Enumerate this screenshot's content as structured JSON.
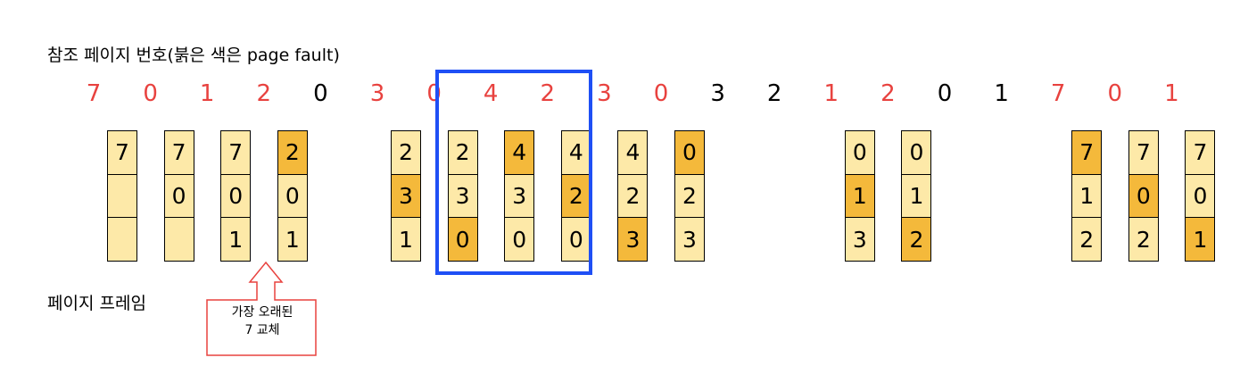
{
  "title": "참조 페이지 번호(붉은 색은 page fault)",
  "frames_label": "페이지 프레임",
  "callout": {
    "line1": "가장 오래된",
    "line2": "7 교체"
  },
  "colors": {
    "fault": "#e8423f",
    "frame_fill": "#fde9a8",
    "frame_highlight": "#f4b93b",
    "window_box": "#1f4ff5",
    "callout_border": "#e8423f"
  },
  "references": [
    {
      "page": "7",
      "fault": true
    },
    {
      "page": "0",
      "fault": true
    },
    {
      "page": "1",
      "fault": true
    },
    {
      "page": "2",
      "fault": true
    },
    {
      "page": "0",
      "fault": false
    },
    {
      "page": "3",
      "fault": true
    },
    {
      "page": "0",
      "fault": true
    },
    {
      "page": "4",
      "fault": true
    },
    {
      "page": "2",
      "fault": true
    },
    {
      "page": "3",
      "fault": true
    },
    {
      "page": "0",
      "fault": true
    },
    {
      "page": "3",
      "fault": false
    },
    {
      "page": "2",
      "fault": false
    },
    {
      "page": "1",
      "fault": true
    },
    {
      "page": "2",
      "fault": true
    },
    {
      "page": "0",
      "fault": false
    },
    {
      "page": "1",
      "fault": false
    },
    {
      "page": "7",
      "fault": true
    },
    {
      "page": "0",
      "fault": true
    },
    {
      "page": "1",
      "fault": true
    }
  ],
  "frames": [
    {
      "ref_index": 0,
      "cells": [
        "7",
        "",
        ""
      ],
      "highlight": -1
    },
    {
      "ref_index": 1,
      "cells": [
        "7",
        "0",
        ""
      ],
      "highlight": -1
    },
    {
      "ref_index": 2,
      "cells": [
        "7",
        "0",
        "1"
      ],
      "highlight": -1
    },
    {
      "ref_index": 3,
      "cells": [
        "2",
        "0",
        "1"
      ],
      "highlight": 0
    },
    {
      "ref_index": 5,
      "cells": [
        "2",
        "3",
        "1"
      ],
      "highlight": 1
    },
    {
      "ref_index": 6,
      "cells": [
        "2",
        "3",
        "0"
      ],
      "highlight": 2
    },
    {
      "ref_index": 7,
      "cells": [
        "4",
        "3",
        "0"
      ],
      "highlight": 0
    },
    {
      "ref_index": 8,
      "cells": [
        "4",
        "2",
        "0"
      ],
      "highlight": 1
    },
    {
      "ref_index": 9,
      "cells": [
        "4",
        "2",
        "3"
      ],
      "highlight": 2
    },
    {
      "ref_index": 10,
      "cells": [
        "0",
        "2",
        "3"
      ],
      "highlight": 0
    },
    {
      "ref_index": 13,
      "cells": [
        "0",
        "1",
        "3"
      ],
      "highlight": 1
    },
    {
      "ref_index": 14,
      "cells": [
        "0",
        "1",
        "2"
      ],
      "highlight": 2
    },
    {
      "ref_index": 17,
      "cells": [
        "7",
        "1",
        "2"
      ],
      "highlight": 0
    },
    {
      "ref_index": 18,
      "cells": [
        "7",
        "0",
        "2"
      ],
      "highlight": 1
    },
    {
      "ref_index": 19,
      "cells": [
        "7",
        "0",
        "1"
      ],
      "highlight": 2
    }
  ]
}
